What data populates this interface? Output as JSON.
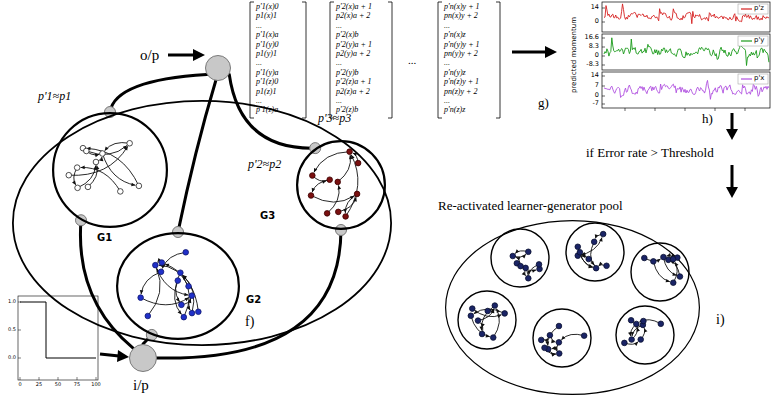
{
  "diagram": {
    "nodes": [
      {
        "text": [
          "o/p"
        ]
      },
      {
        "text": [
          "f)"
        ]
      },
      {
        "text": [
          "G1"
        ],
        "in": 1
      },
      {
        "text": [
          "G3"
        ],
        "in": 1
      },
      {
        "text": [
          "G2"
        ],
        "in": 1
      },
      {
        "text": [
          "i/p"
        ]
      },
      {
        "text": [
          "Re-activated learner-generator pool"
        ]
      }
    ],
    "edges": [
      {
        "from": 5,
        "to": 2,
        "arrow": "none"
      },
      {
        "from": 5,
        "to": 4,
        "arrow": "none"
      },
      {
        "from": 5,
        "to": 3,
        "arrow": "none"
      },
      {
        "from": 2,
        "to": 0,
        "arrow": "none"
      },
      {
        "from": 4,
        "to": 0,
        "arrow": "none"
      },
      {
        "from": 3,
        "to": 0,
        "arrow": "none"
      }
    ],
    "labels": [
      "p'1≈p1",
      "p'2≈p2",
      "p'3≈p3",
      "1.0",
      "0.5",
      "0.0",
      "0",
      "25",
      "50",
      "75",
      "100",
      "p'1(x)0",
      "p1(x)1",
      "...",
      "p'1(x)a",
      "p'1(y)0",
      "p1(y)1",
      "...",
      "p'1(y)a",
      "p'1(z)0",
      "p1(z)1",
      "...",
      "p'1(z)a",
      "p'2(x)a + 1",
      "p2(x)a + 2",
      "...",
      "p'2(x)b",
      "p'2(y)a + 1",
      "p2(y)a + 2",
      "...",
      "p'2(y)b",
      "p'2(z)a + 1",
      "p2(z)a + 2",
      "...",
      "p'2(z)b",
      "p'n(x)y + 1",
      "pn(x)y + 2",
      "...",
      "p'n(x)z",
      "p'n(y)y + 1",
      "pn(y)y + 2",
      "...",
      "p'n(y)z",
      "p'n(z)y + 1",
      "pn(z)y + 2",
      "...",
      "p'n(z)z",
      "...",
      "g)",
      "14",
      "0",
      "16.6",
      "8.3",
      "0",
      "-8.3",
      "14",
      "7",
      "0",
      "-7",
      "predicted momentum",
      "h)",
      "if Error rate > Threshold",
      "i)"
    ],
    "legend": [
      {
        "text": "p'z"
      },
      {
        "text": "p'y"
      },
      {
        "text": "p'x"
      }
    ]
  }
}
